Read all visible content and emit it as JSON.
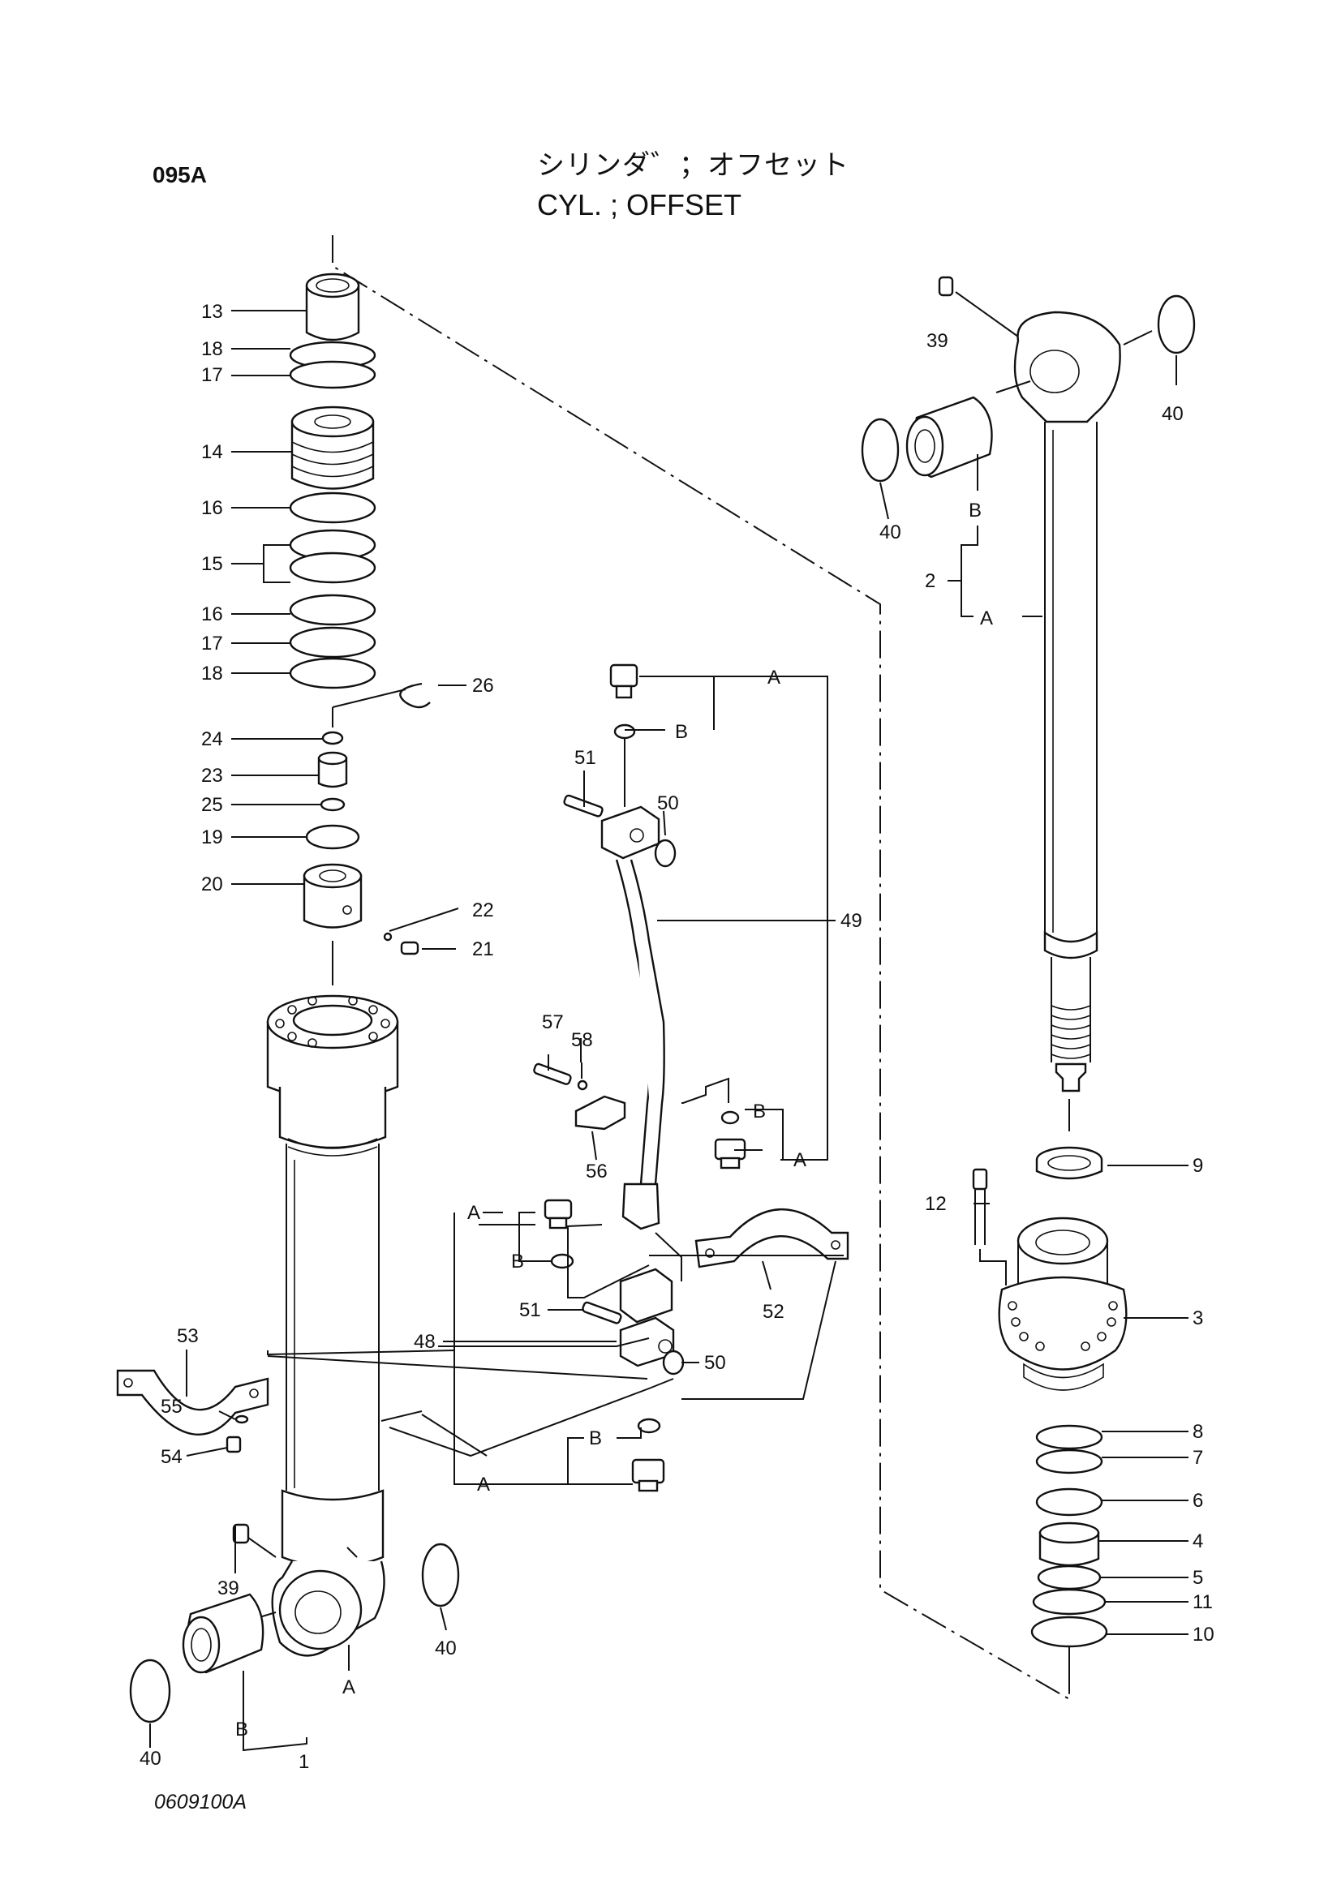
{
  "header": {
    "page_code": "095A",
    "title_jp": "シリンダ゛；オフセット",
    "title_en": "CYL. ; OFFSET"
  },
  "footer": {
    "drawing_id": "0609100A"
  },
  "callouts": {
    "p1": "1",
    "p2": "2",
    "p3": "3",
    "p4": "4",
    "p5": "5",
    "p6": "6",
    "p7": "7",
    "p8": "8",
    "p9": "9",
    "p10": "10",
    "p11": "11",
    "p12": "12",
    "p13": "13",
    "p14": "14",
    "p15": "15",
    "p16": "16",
    "p17": "17",
    "p18": "18",
    "p19": "19",
    "p20": "20",
    "p21": "21",
    "p22": "22",
    "p23": "23",
    "p24": "24",
    "p25": "25",
    "p26": "26",
    "p39": "39",
    "p40": "40",
    "p48": "48",
    "p49": "49",
    "p50": "50",
    "p51": "51",
    "p52": "52",
    "p53": "53",
    "p54": "54",
    "p55": "55",
    "p56": "56",
    "p57": "57",
    "p58": "58",
    "A": "A",
    "B": "B"
  }
}
